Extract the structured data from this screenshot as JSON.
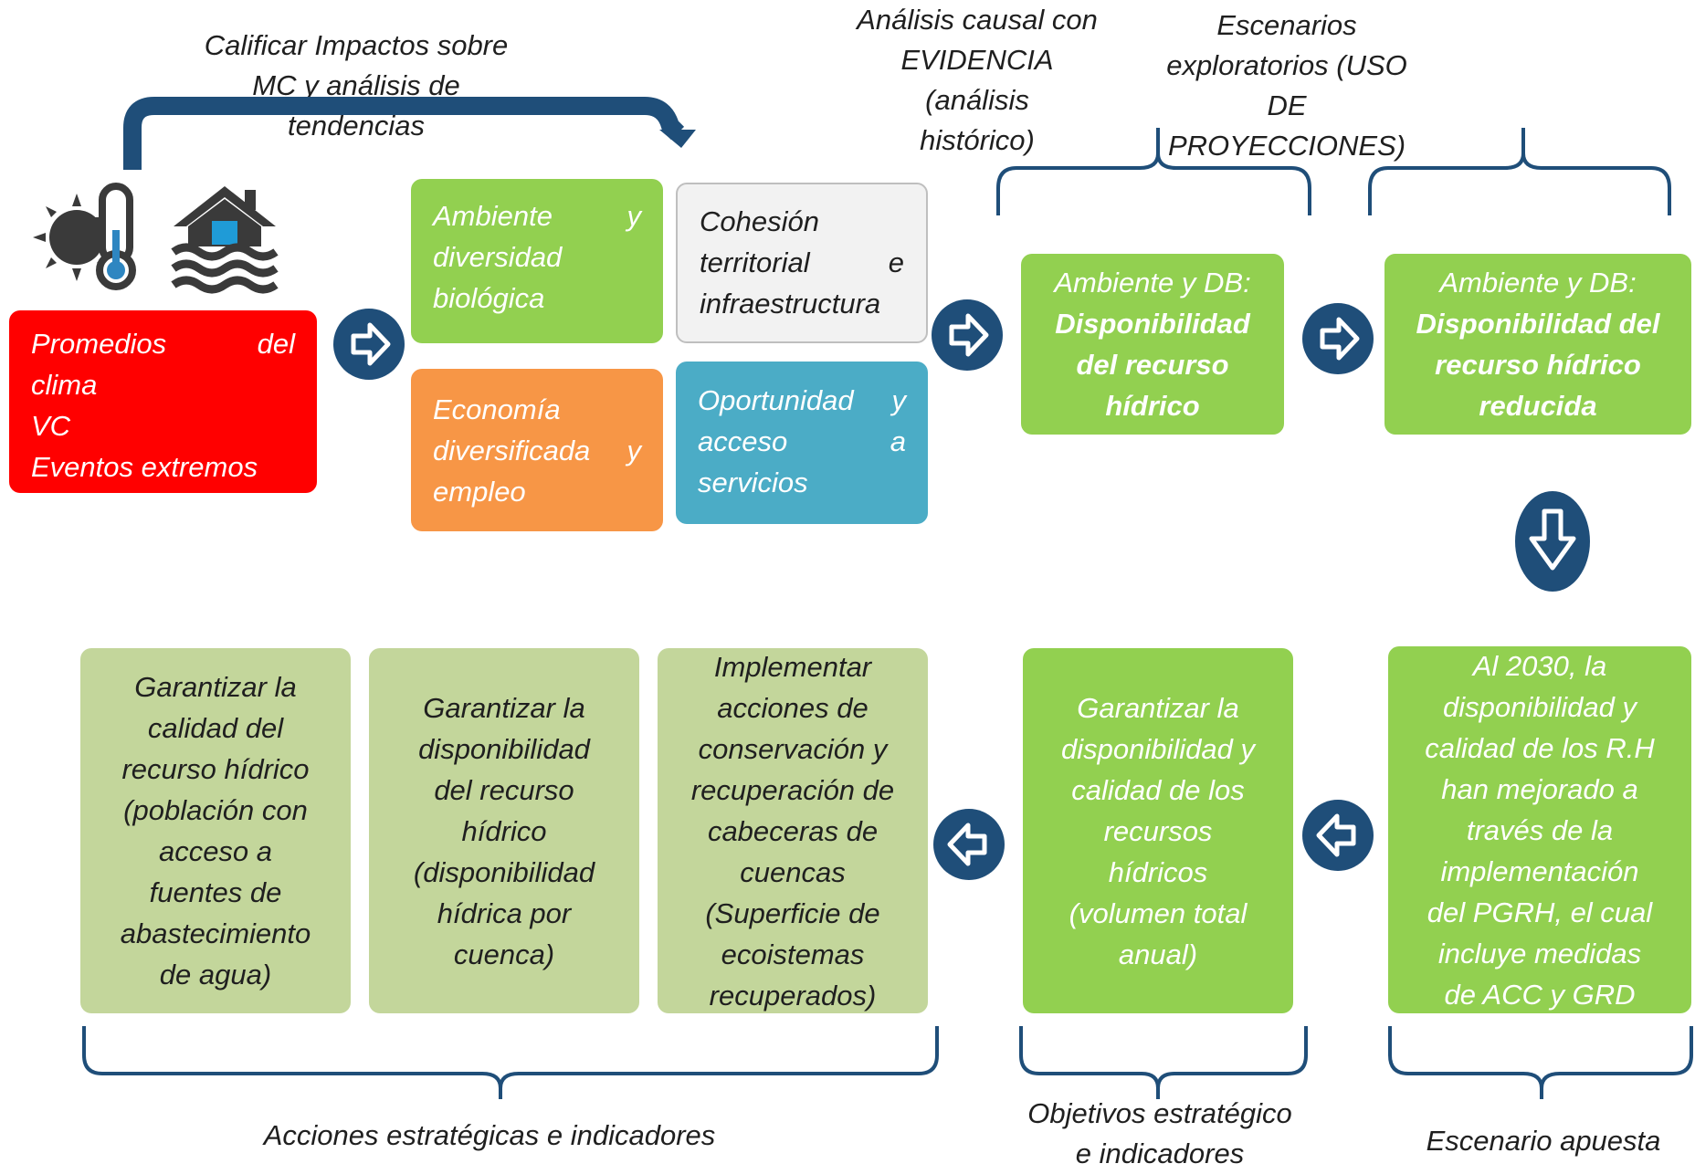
{
  "labels": {
    "top_arrow": "Calificar Impactos sobre MC y análisis de tendencias",
    "causal": [
      "Análisis causal con",
      "EVIDENCIA (análisis",
      "histórico)"
    ],
    "scenarios": [
      "Escenarios",
      "exploratorios (USO DE",
      "PROYECCIONES)"
    ],
    "actions": "Acciones estratégicas e indicadores",
    "objectives": [
      "Objetivos estratégico",
      "e indicadores"
    ],
    "bet": "Escenario apuesta"
  },
  "boxes": {
    "climate": [
      "Promedios",
      "del",
      "clima",
      "VC",
      "Eventos extremos"
    ],
    "ambiente": [
      "Ambiente",
      "y",
      "diversidad",
      "biológica"
    ],
    "cohesion": [
      "Cohesión",
      "territorial",
      "e",
      "infraestructura"
    ],
    "economia": [
      "Economía",
      "diversificada",
      "y",
      "empleo"
    ],
    "oportunidad": [
      "Oportunidad",
      "y",
      "acceso",
      "a",
      "servicios"
    ],
    "causal_box": {
      "line1": "Ambiente y DB:",
      "bold": [
        "Disponibilidad",
        "del recurso",
        "hídrico"
      ]
    },
    "scenario_box": {
      "line1": "Ambiente y DB:",
      "bold": [
        "Disponibilidad del",
        "recurso hídrico",
        "reducida"
      ]
    },
    "bet_box": [
      "Al 2030, la",
      "disponibilidad y",
      "calidad de los R.H",
      "han mejorado a",
      "través de la",
      "implementación",
      "del PGRH, el cual",
      "incluye medidas",
      "de ACC y GRD"
    ],
    "objective_box": [
      "Garantizar la",
      "disponibilidad y",
      "calidad de los",
      "recursos",
      "hídricos",
      "(volumen total",
      "anual)"
    ],
    "action1": [
      "Garantizar la",
      "calidad del",
      "recurso hídrico",
      "(población con",
      "acceso a",
      "fuentes de",
      "abastecimiento",
      "de agua)"
    ],
    "action2": [
      "Garantizar la",
      "disponibilidad",
      "del recurso",
      "hídrico",
      "(disponibilidad",
      "hídrica por",
      "cuenca)"
    ],
    "action3": [
      "Implementar",
      "acciones de",
      "conservación y",
      "recuperación de",
      "cabeceras de",
      "cuencas",
      "(Superficie de",
      "ecoistemas",
      "recuperados)"
    ]
  },
  "icons": [
    "sun-thermometer-icon",
    "flooded-house-icon",
    "arrow-right-icon",
    "arrow-down-icon",
    "arrow-left-icon"
  ],
  "colors": {
    "red": "#ff0000",
    "green": "#92d050",
    "light_green": "#c3d69b",
    "orange": "#f79646",
    "teal": "#4bacc6",
    "grey": "#f2f2f2",
    "navy": "#1f4e79"
  }
}
